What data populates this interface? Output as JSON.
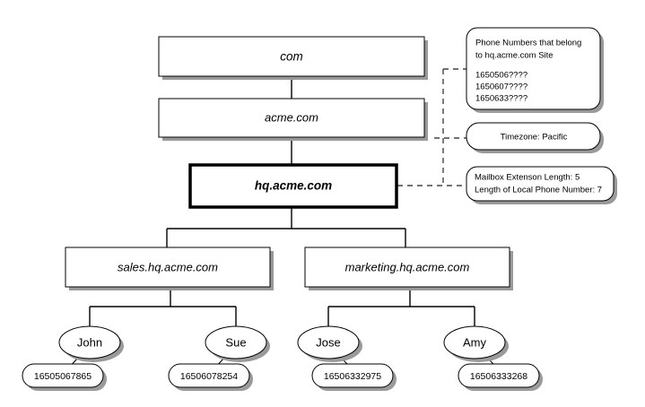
{
  "diagram": {
    "title": "DNS site hierarchy with phone number assignments",
    "type": "tree-diagram",
    "accent_color": "#000000",
    "background_color": "#ffffff",
    "shadow_color": "#9a9a9a"
  },
  "tree": {
    "levels": [
      {
        "level": 0,
        "nodes": [
          {
            "id": "com",
            "label": "com",
            "shape": "rectangle",
            "style": "italic",
            "highlighted": false
          }
        ]
      },
      {
        "level": 1,
        "nodes": [
          {
            "id": "acme",
            "label": "acme.com",
            "shape": "rectangle",
            "style": "italic",
            "highlighted": false
          }
        ]
      },
      {
        "level": 2,
        "nodes": [
          {
            "id": "hq",
            "label": "hq.acme.com",
            "shape": "rectangle",
            "style": "bold-italic",
            "highlighted": true
          }
        ]
      },
      {
        "level": 3,
        "nodes": [
          {
            "id": "sales",
            "label": "sales.hq.acme.com",
            "shape": "rectangle",
            "style": "italic",
            "highlighted": false
          },
          {
            "id": "marketing",
            "label": "marketing.hq.acme.com",
            "shape": "rectangle",
            "style": "italic",
            "highlighted": false
          }
        ]
      },
      {
        "level": 4,
        "nodes": [
          {
            "id": "john",
            "label": "John",
            "shape": "ellipse",
            "parent": "sales"
          },
          {
            "id": "sue",
            "label": "Sue",
            "shape": "ellipse",
            "parent": "sales"
          },
          {
            "id": "jose",
            "label": "Jose",
            "shape": "ellipse",
            "parent": "marketing"
          },
          {
            "id": "amy",
            "label": "Amy",
            "shape": "ellipse",
            "parent": "marketing"
          }
        ]
      },
      {
        "level": 5,
        "nodes": [
          {
            "id": "john-phone",
            "label": "16505067865",
            "shape": "rounded-rectangle",
            "parent": "john"
          },
          {
            "id": "sue-phone",
            "label": "16506078254",
            "shape": "rounded-rectangle",
            "parent": "sue"
          },
          {
            "id": "jose-phone",
            "label": "16506332975",
            "shape": "rounded-rectangle",
            "parent": "jose"
          },
          {
            "id": "amy-phone",
            "label": "16506333268",
            "shape": "rounded-rectangle",
            "parent": "amy"
          }
        ]
      }
    ]
  },
  "callouts": [
    {
      "id": "phone-numbers-callout",
      "attached_to": "hq.acme.com",
      "shape": "rounded-rectangle",
      "connector": "dashed",
      "heading_lines": [
        "Phone Numbers that belong",
        "to hq.acme.com Site"
      ],
      "value_lines": [
        "1650506????",
        "1650607????",
        "1650633????"
      ]
    },
    {
      "id": "timezone-callout",
      "attached_to": "hq.acme.com",
      "shape": "rounded-rectangle",
      "connector": "dashed",
      "lines": [
        "Timezone: Pacific"
      ]
    },
    {
      "id": "mailbox-callout",
      "attached_to": "hq.acme.com",
      "shape": "rounded-rectangle",
      "connector": "dashed",
      "lines": [
        "Mailbox Extenson Length: 5",
        "Length of Local Phone Number: 7"
      ]
    }
  ]
}
